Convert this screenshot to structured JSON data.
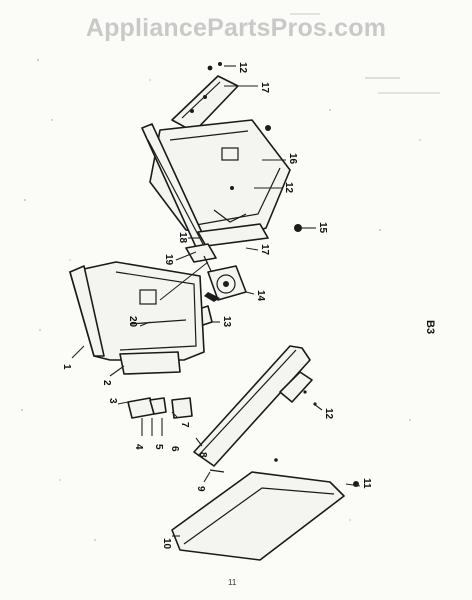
{
  "watermark": "AppliancePartsPros.com",
  "sheet_code": "B3",
  "page_number": "11",
  "callouts": [
    "1",
    "2",
    "3",
    "4",
    "5",
    "6",
    "7",
    "8",
    "9",
    "10",
    "11",
    "12",
    "13",
    "14",
    "15",
    "16",
    "17",
    "18",
    "19",
    "20"
  ],
  "second_callouts": {
    "12": "12",
    "17": "17"
  }
}
